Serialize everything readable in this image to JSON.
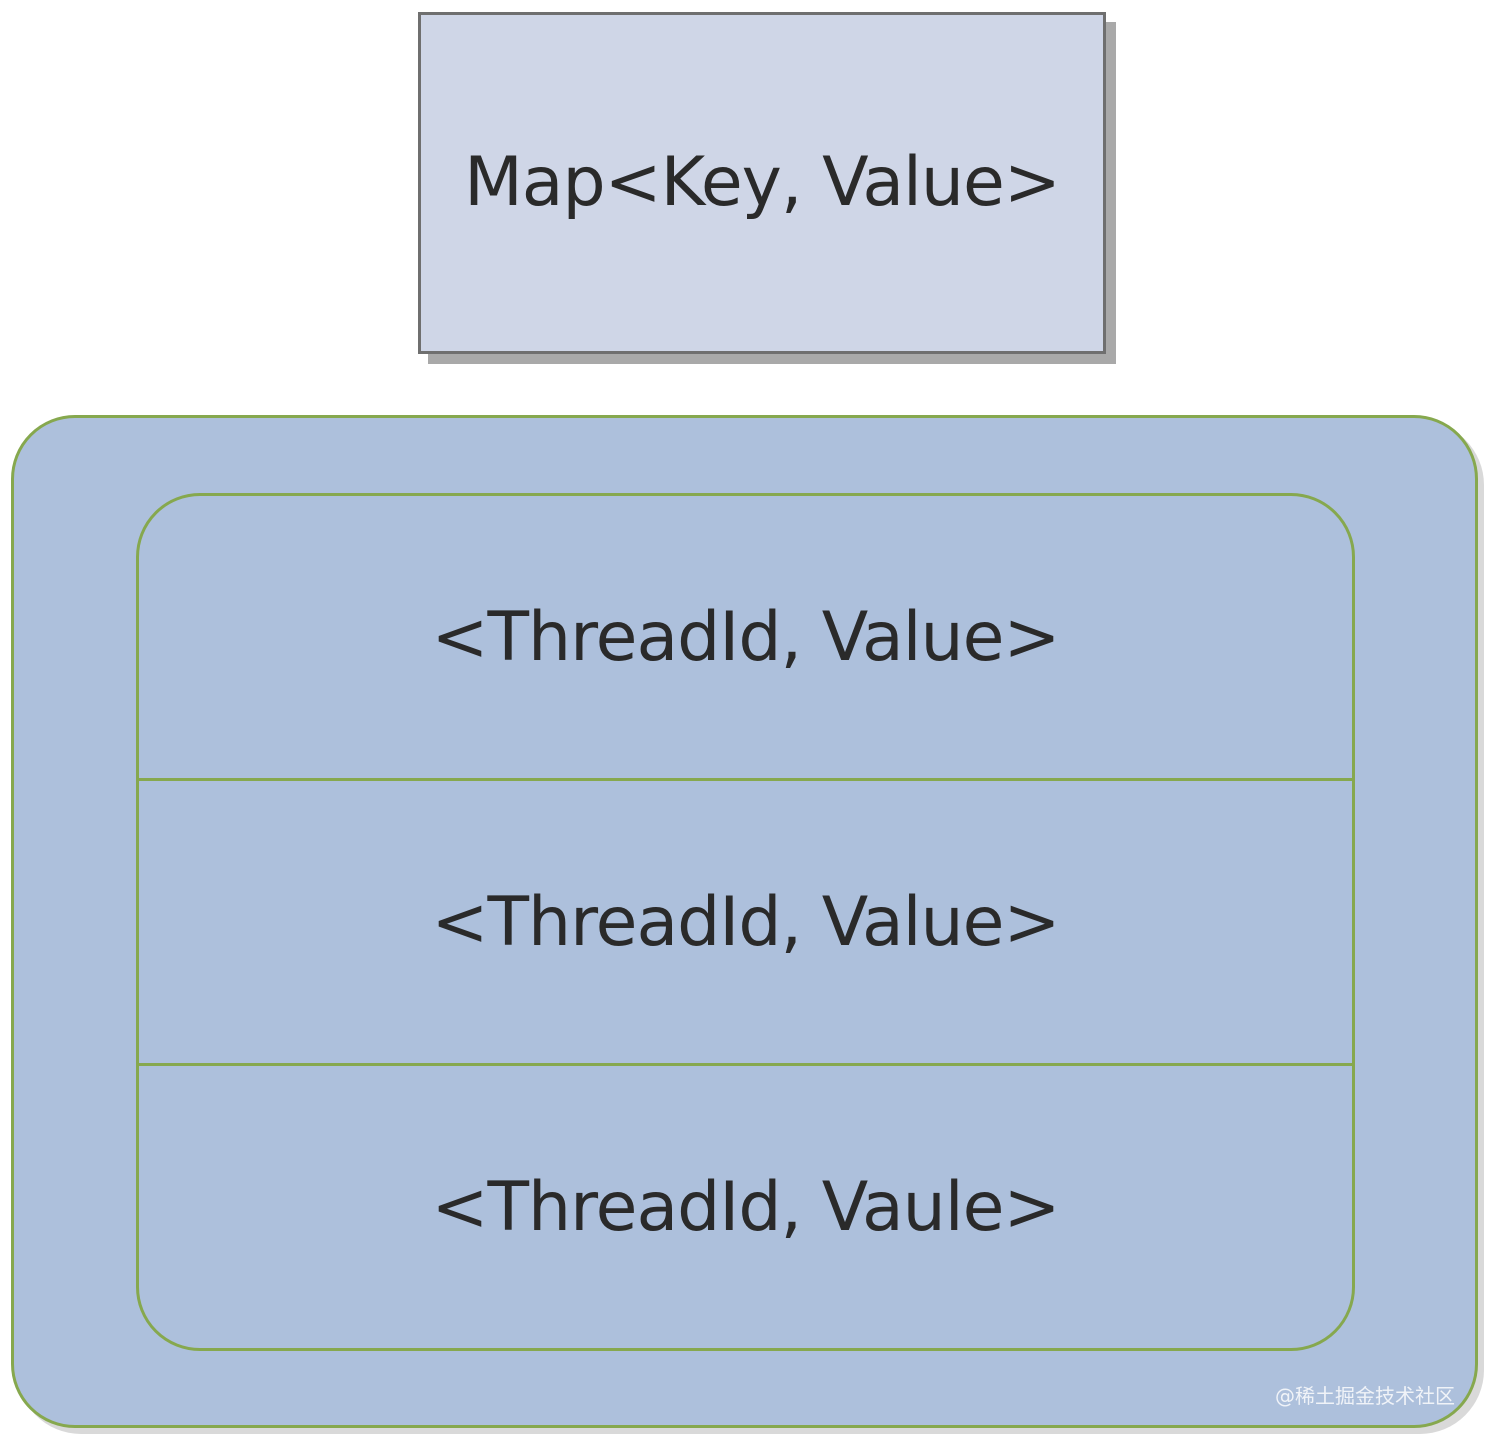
{
  "map_box": {
    "label": "Map<Key, Value>"
  },
  "threadlocal_map": {
    "entries": [
      {
        "label": "<ThreadId, Value>"
      },
      {
        "label": "<ThreadId, Value>"
      },
      {
        "label": "<ThreadId, Vaule>"
      }
    ]
  },
  "watermark": "@稀土掘金技术社区",
  "colors": {
    "map_fill": "#cfd6e7",
    "map_border": "#6f6f6f",
    "container_fill": "#adc0dc",
    "container_border": "#86a84e",
    "text": "#2a2a2a"
  }
}
